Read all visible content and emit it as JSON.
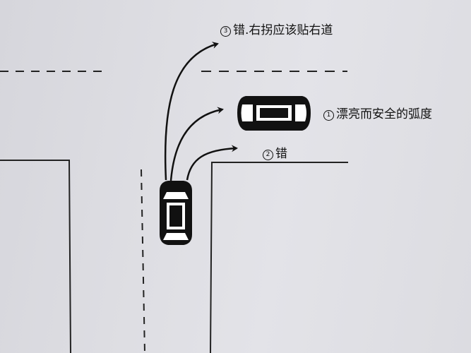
{
  "annotations": {
    "label_1": {
      "number": "1",
      "text": "漂亮而安全的弧度"
    },
    "label_2": {
      "number": "2",
      "text": "错"
    },
    "label_3": {
      "number": "3",
      "text": "错.右拐应该贴右道"
    }
  }
}
